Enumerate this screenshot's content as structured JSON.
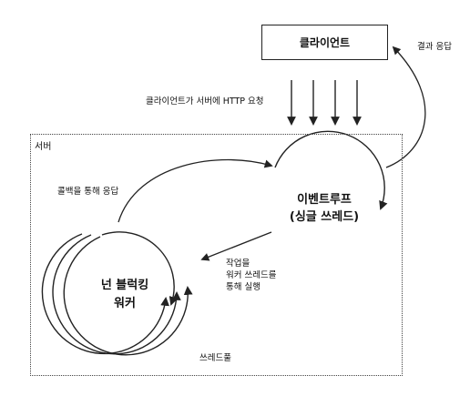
{
  "client": {
    "label": "클라이언트"
  },
  "result_response": "결과 응답",
  "http_request": "클라이언트가 서버에 HTTP 요청",
  "server": {
    "label": "서버"
  },
  "callback_response": "콜백을 통해 응답",
  "event_loop": {
    "line1": "이벤트루프",
    "line2": "(싱글 쓰레드)"
  },
  "task_note": {
    "line1": "작업을",
    "line2": "워커 쓰레드를",
    "line3": "통해 실행"
  },
  "workers": {
    "line1": "넌 블럭킹",
    "line2": "워커"
  },
  "thread_pool": "쓰레드풀",
  "request_arrow_count": 4,
  "colors": {
    "stroke": "#222222",
    "text": "#111111",
    "background": "#ffffff"
  }
}
